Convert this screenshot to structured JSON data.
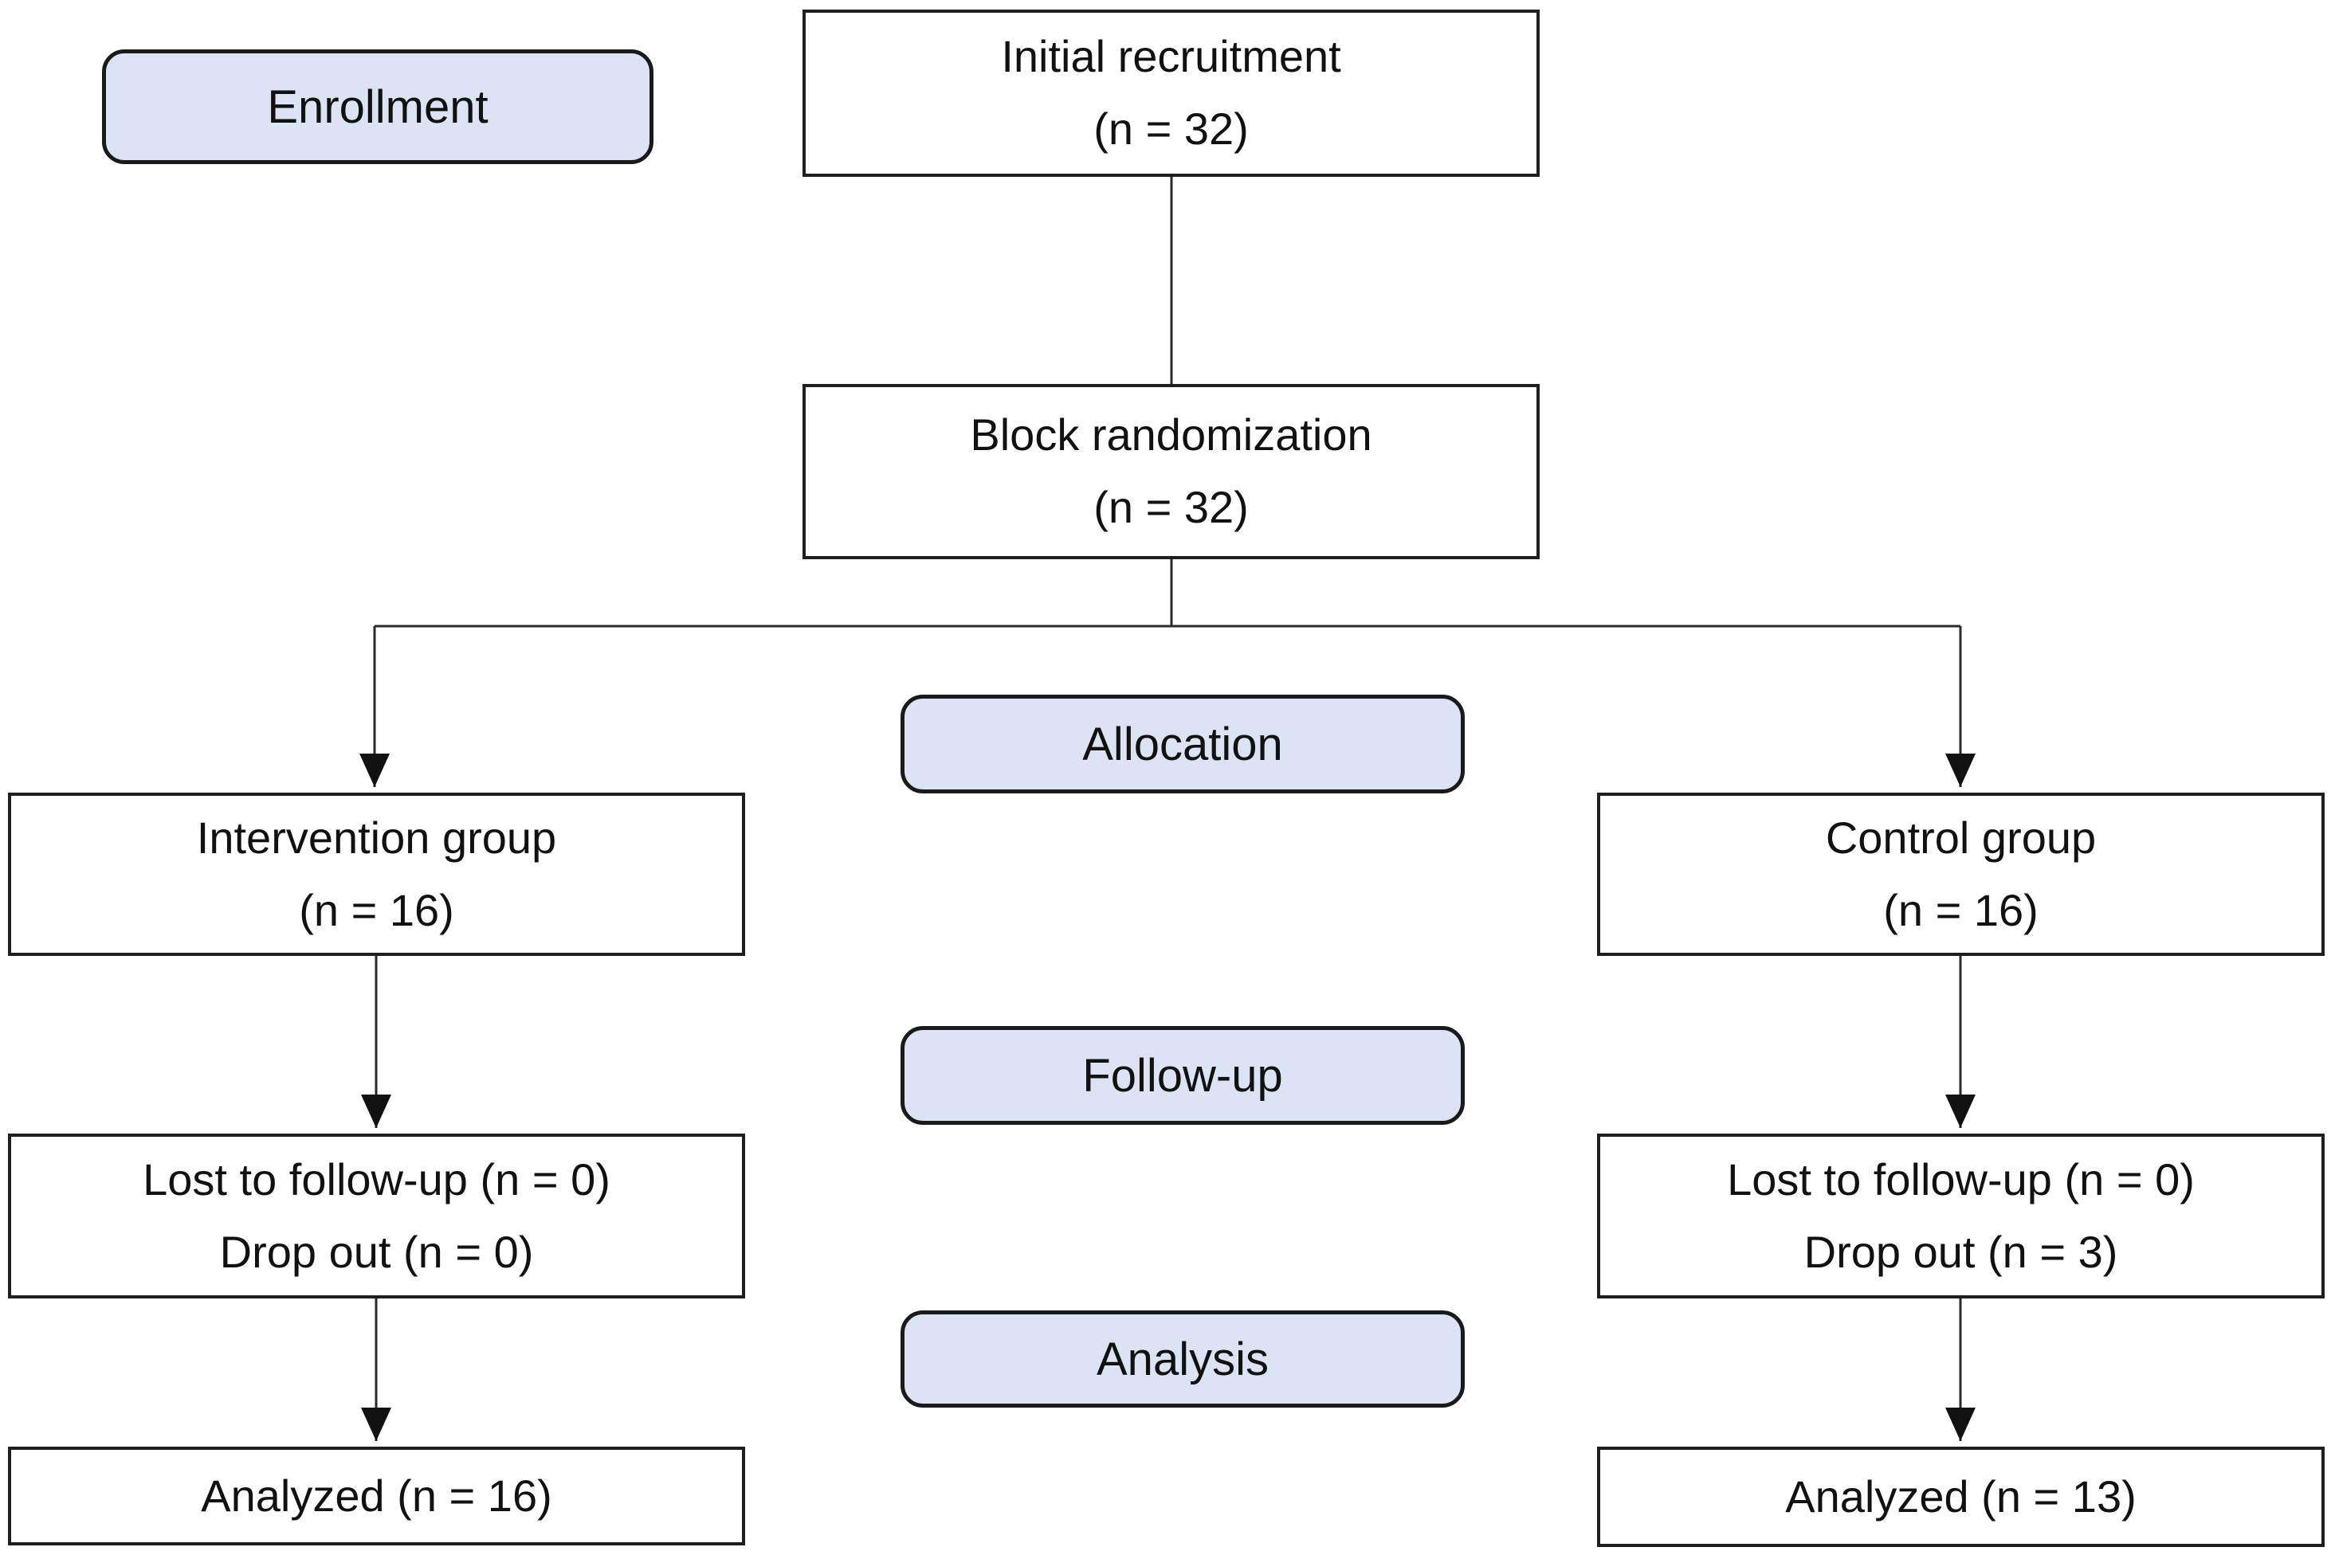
{
  "stages": {
    "enrollment": "Enrollment",
    "allocation": "Allocation",
    "followup": "Follow-up",
    "analysis": "Analysis"
  },
  "boxes": {
    "initial_recruitment": {
      "title": "Initial recruitment",
      "n": "(n = 32)"
    },
    "block_randomization": {
      "title": "Block randomization",
      "n": "(n = 32)"
    },
    "intervention_group": {
      "title": "Intervention group",
      "n": "(n = 16)"
    },
    "control_group": {
      "title": "Control group",
      "n": "(n = 16)"
    },
    "intervention_followup": {
      "line1": "Lost to follow-up (n = 0)",
      "line2": "Drop out (n = 0)"
    },
    "control_followup": {
      "line1": "Lost to follow-up (n = 0)",
      "line2": "Drop out (n = 3)"
    },
    "intervention_analyzed": {
      "line1": "Analyzed (n = 16)"
    },
    "control_analyzed": {
      "line1": "Analyzed (n = 13)"
    }
  },
  "colors": {
    "stage_fill": "#dbe3f4",
    "stage_border": "#1a1a1a",
    "box_fill": "#ffffff",
    "box_border": "#1f1f1f",
    "line": "#2a2a2a",
    "text": "#111111"
  }
}
